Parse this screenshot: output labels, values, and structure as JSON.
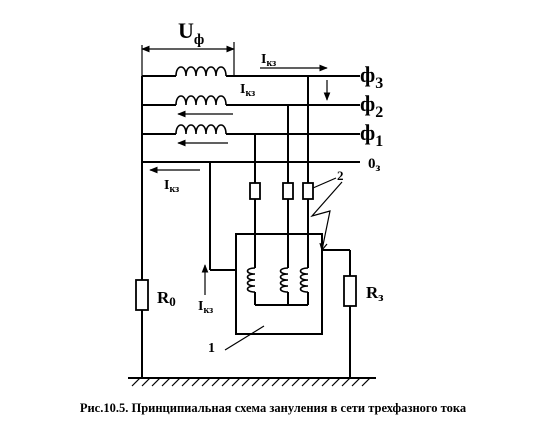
{
  "labels": {
    "u_phase_main": "U",
    "u_phase_sub": "ф",
    "phase3_main": "ф",
    "phase3_sub": "3",
    "phase2_main": "ф",
    "phase2_sub": "2",
    "phase1_main": "ф",
    "phase1_sub": "1",
    "neutral_main": "0",
    "neutral_sub": "з",
    "i_main": "I",
    "i_sub": "кз",
    "r0_main": "R",
    "r0_sub": "0",
    "rz_main": "R",
    "rz_sub": "з",
    "marker_1": "1",
    "marker_2": "2"
  },
  "caption": "Рис.10.5. Принципиальная схема зануления в сети трехфазного тока"
}
